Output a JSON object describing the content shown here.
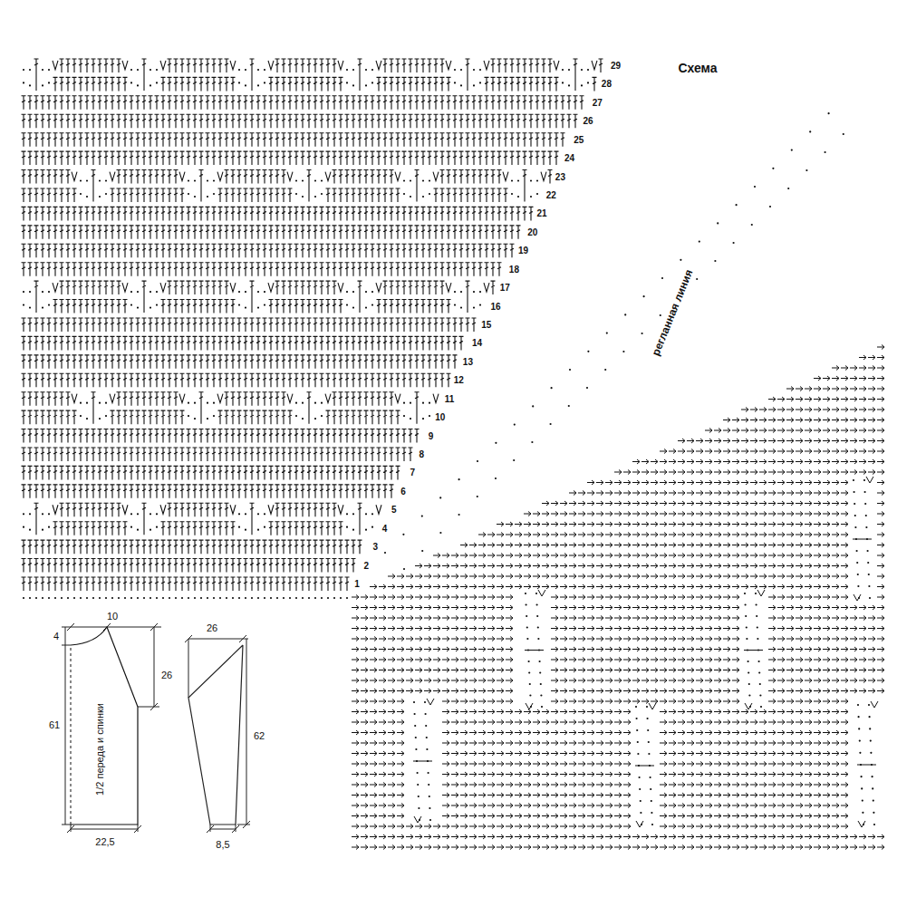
{
  "diagram": {
    "title": "Схема",
    "nodes": [
      {
        "text": [
          "1/2 переда и спинки"
        ]
      }
    ],
    "labels": [
      "29",
      "28",
      "27",
      "26",
      "25",
      "24",
      "23",
      "22",
      "21",
      "20",
      "19",
      "18",
      "17",
      "16",
      "15",
      "14",
      "13",
      "12",
      "11",
      "10",
      "9",
      "8",
      "7",
      "6",
      "5",
      "4",
      "3",
      "2",
      "1",
      "регланная линия",
      "10",
      "4",
      "26",
      "61",
      "22,5",
      "26",
      "62",
      "8,5"
    ]
  }
}
